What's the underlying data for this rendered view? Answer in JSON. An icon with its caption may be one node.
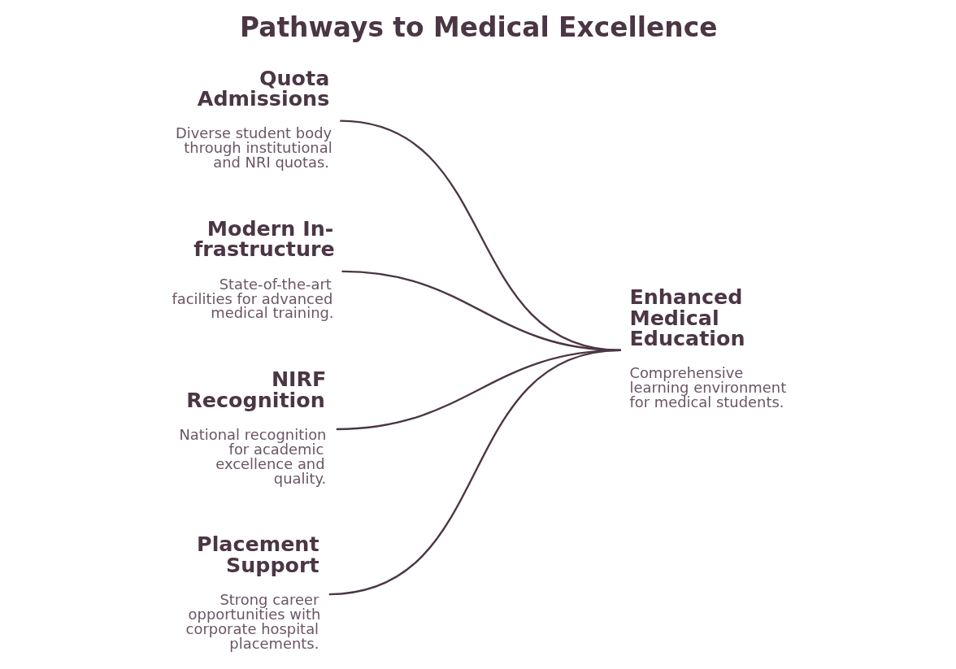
{
  "diagram": {
    "title": "Pathways to Medical Excellence",
    "nodes": [
      {
        "text": [
          "Quota Admissions",
          "Diverse student body through institutional and NRI quotas."
        ]
      },
      {
        "text": [
          "Modern In- frastructure",
          "State-of-the-art facilities for advanced medical training."
        ]
      },
      {
        "text": [
          "NIRF Recognition",
          "National recognition for academic excellence and quality."
        ]
      },
      {
        "text": [
          "Placement Support",
          "Strong career opportunities with corporate hospital placements."
        ]
      },
      {
        "text": [
          "Enhanced Medical Education",
          "Comprehensive learning environment for medical students."
        ]
      }
    ],
    "edges": [
      {
        "from": 0,
        "to": 4,
        "arrow": "none"
      },
      {
        "from": 1,
        "to": 4,
        "arrow": "none"
      },
      {
        "from": 2,
        "to": 4,
        "arrow": "none"
      },
      {
        "from": 3,
        "to": 4,
        "arrow": "none"
      }
    ]
  }
}
